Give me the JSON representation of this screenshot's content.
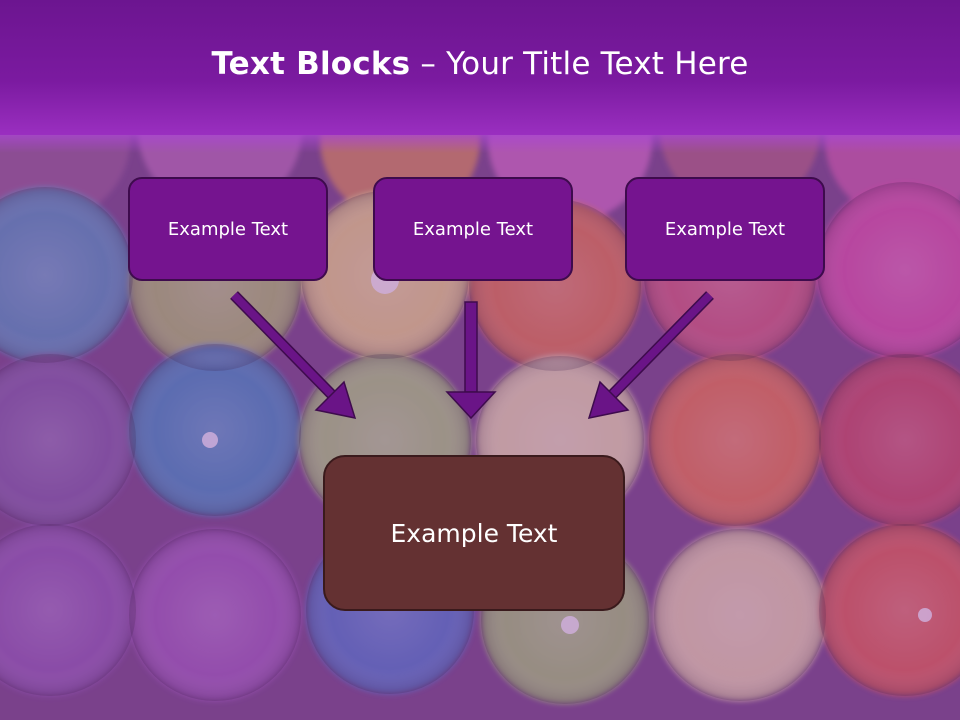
{
  "slide": {
    "title_bold": "Text Blocks",
    "title_dash": "–",
    "title_rest": "Your Title Text Here"
  },
  "blocks": {
    "top": [
      "Example Text",
      "Example Text",
      "Example Text"
    ],
    "bottom": "Example Text"
  },
  "colors": {
    "header": "#7b1aa0",
    "top_box_fill": "#75148f",
    "top_box_border": "#3e0b4d",
    "bottom_box_fill": "#643132",
    "arrow": "#6a1487"
  }
}
